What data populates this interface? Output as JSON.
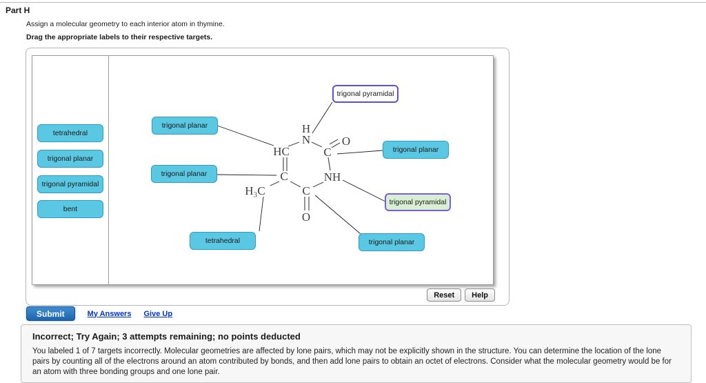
{
  "header": {
    "part_title": "Part H",
    "instruction": "Assign a molecular geometry to each interior atom in thymine.",
    "drag_instruction": "Drag the appropriate labels to their respective targets."
  },
  "bin_labels": [
    "tetrahedral",
    "trigonal planar",
    "trigonal pyramidal",
    "bent"
  ],
  "placed_labels": [
    {
      "text": "trigonal pyramidal",
      "state": "plain"
    },
    {
      "text": "trigonal planar",
      "state": "filled"
    },
    {
      "text": "trigonal planar",
      "state": "filled"
    },
    {
      "text": "trigonal planar",
      "state": "filled"
    },
    {
      "text": "trigonal pyramidal",
      "state": "correct"
    },
    {
      "text": "tetrahedral",
      "state": "filled"
    },
    {
      "text": "trigonal planar",
      "state": "filled"
    }
  ],
  "molecule": {
    "name": "thymine",
    "atoms": {
      "h_top": "H",
      "n_top": "N",
      "hc": "HC",
      "c_topright": "C",
      "o_topright": "O",
      "c_left": "C",
      "nh": "NH",
      "c_bottom": "C",
      "o_bottom": "O",
      "ch3": "H₃C"
    }
  },
  "buttons": {
    "reset": "Reset",
    "help": "Help",
    "submit": "Submit"
  },
  "links": {
    "my_answers": "My Answers",
    "give_up": "Give Up"
  },
  "feedback": {
    "title": "Incorrect; Try Again; 3 attempts remaining; no points deducted",
    "body": "You labeled 1 of 7 targets incorrectly. Molecular geometries are affected by lone pairs, which may not be explicitly shown in the structure. You can determine the location of the lone pairs by counting all of the electrons around an atom contributed by bonds, and then add lone pairs to obtain an octet of electrons. Consider what the molecular geometry would be for an atom with three bonding groups and one lone pair."
  },
  "colors": {
    "label_fill": "#5ac7e3",
    "label_border": "#2d9cc0",
    "correct_fill": "#d8efd3",
    "selected_border": "#5b51d8",
    "submit_blue": "#1d64ae",
    "link_blue": "#0033cc"
  }
}
